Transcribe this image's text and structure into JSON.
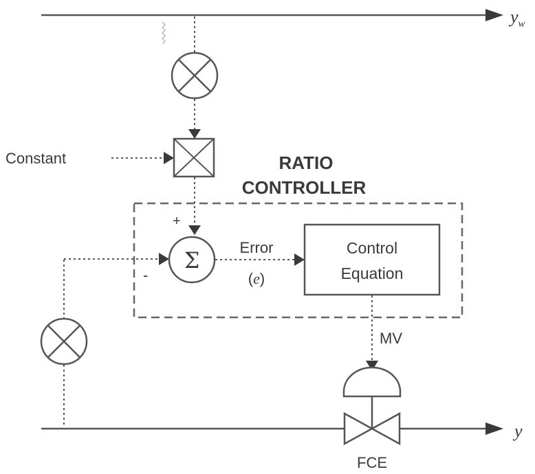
{
  "diagram": {
    "output_top": "y",
    "output_top_sub": "w",
    "output_bottom": "y",
    "constant": "Constant",
    "controller_title_line1": "RATIO",
    "controller_title_line2": "CONTROLLER",
    "plus_sign": "+",
    "minus_sign": "-",
    "sigma": "Σ",
    "error_line1": "Error",
    "error_line2_open": "(",
    "error_line2_var": "e",
    "error_line2_close": ")",
    "control_eq_line1": "Control",
    "control_eq_line2": "Equation",
    "mv": "MV",
    "fce": "FCE"
  }
}
